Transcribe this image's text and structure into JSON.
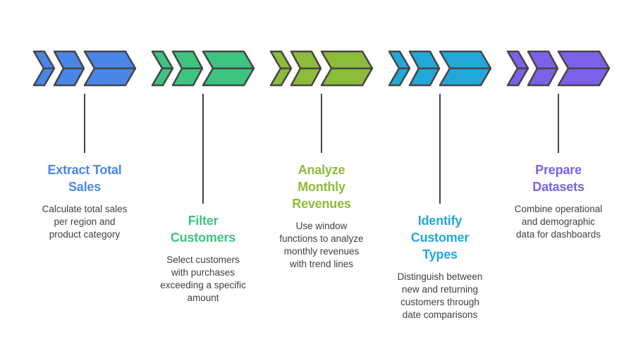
{
  "diagram": {
    "type": "process-chevron-steps",
    "stroke_color": "#454545",
    "steps": [
      {
        "title": "Extract Total Sales",
        "title_lines": [
          "Extract Total",
          "Sales"
        ],
        "description": "Calculate total sales per region and product category",
        "description_lines": [
          "Calculate total sales",
          "per region and",
          "product category"
        ],
        "color": "#4A86E8",
        "position": "above"
      },
      {
        "title": "Filter Customers",
        "title_lines": [
          "Filter",
          "Customers"
        ],
        "description": "Select customers with purchases exceeding a specific amount",
        "description_lines": [
          "Select customers",
          "with purchases",
          "exceeding a specific",
          "amount"
        ],
        "color": "#3CC480",
        "position": "below"
      },
      {
        "title": "Analyze Monthly Revenues",
        "title_lines": [
          "Analyze",
          "Monthly",
          "Revenues"
        ],
        "description": "Use window functions to analyze monthly revenues with trend lines",
        "description_lines": [
          "Use window",
          "functions to analyze",
          "monthly revenues",
          "with trend lines"
        ],
        "color": "#8DBB3A",
        "position": "above"
      },
      {
        "title": "Identify Customer Types",
        "title_lines": [
          "Identify",
          "Customer",
          "Types"
        ],
        "description": "Distinguish between new and returning customers through date comparisons",
        "description_lines": [
          "Distinguish between",
          "new and returning",
          "customers through",
          "date comparisons"
        ],
        "color": "#22A8D8",
        "position": "below"
      },
      {
        "title": "Prepare Datasets",
        "title_lines": [
          "Prepare",
          "Datasets"
        ],
        "description": "Combine operational and demographic data for dashboards",
        "description_lines": [
          "Combine operational",
          "and demographic",
          "data for dashboards"
        ],
        "color": "#7B61E8",
        "position": "above"
      }
    ]
  }
}
